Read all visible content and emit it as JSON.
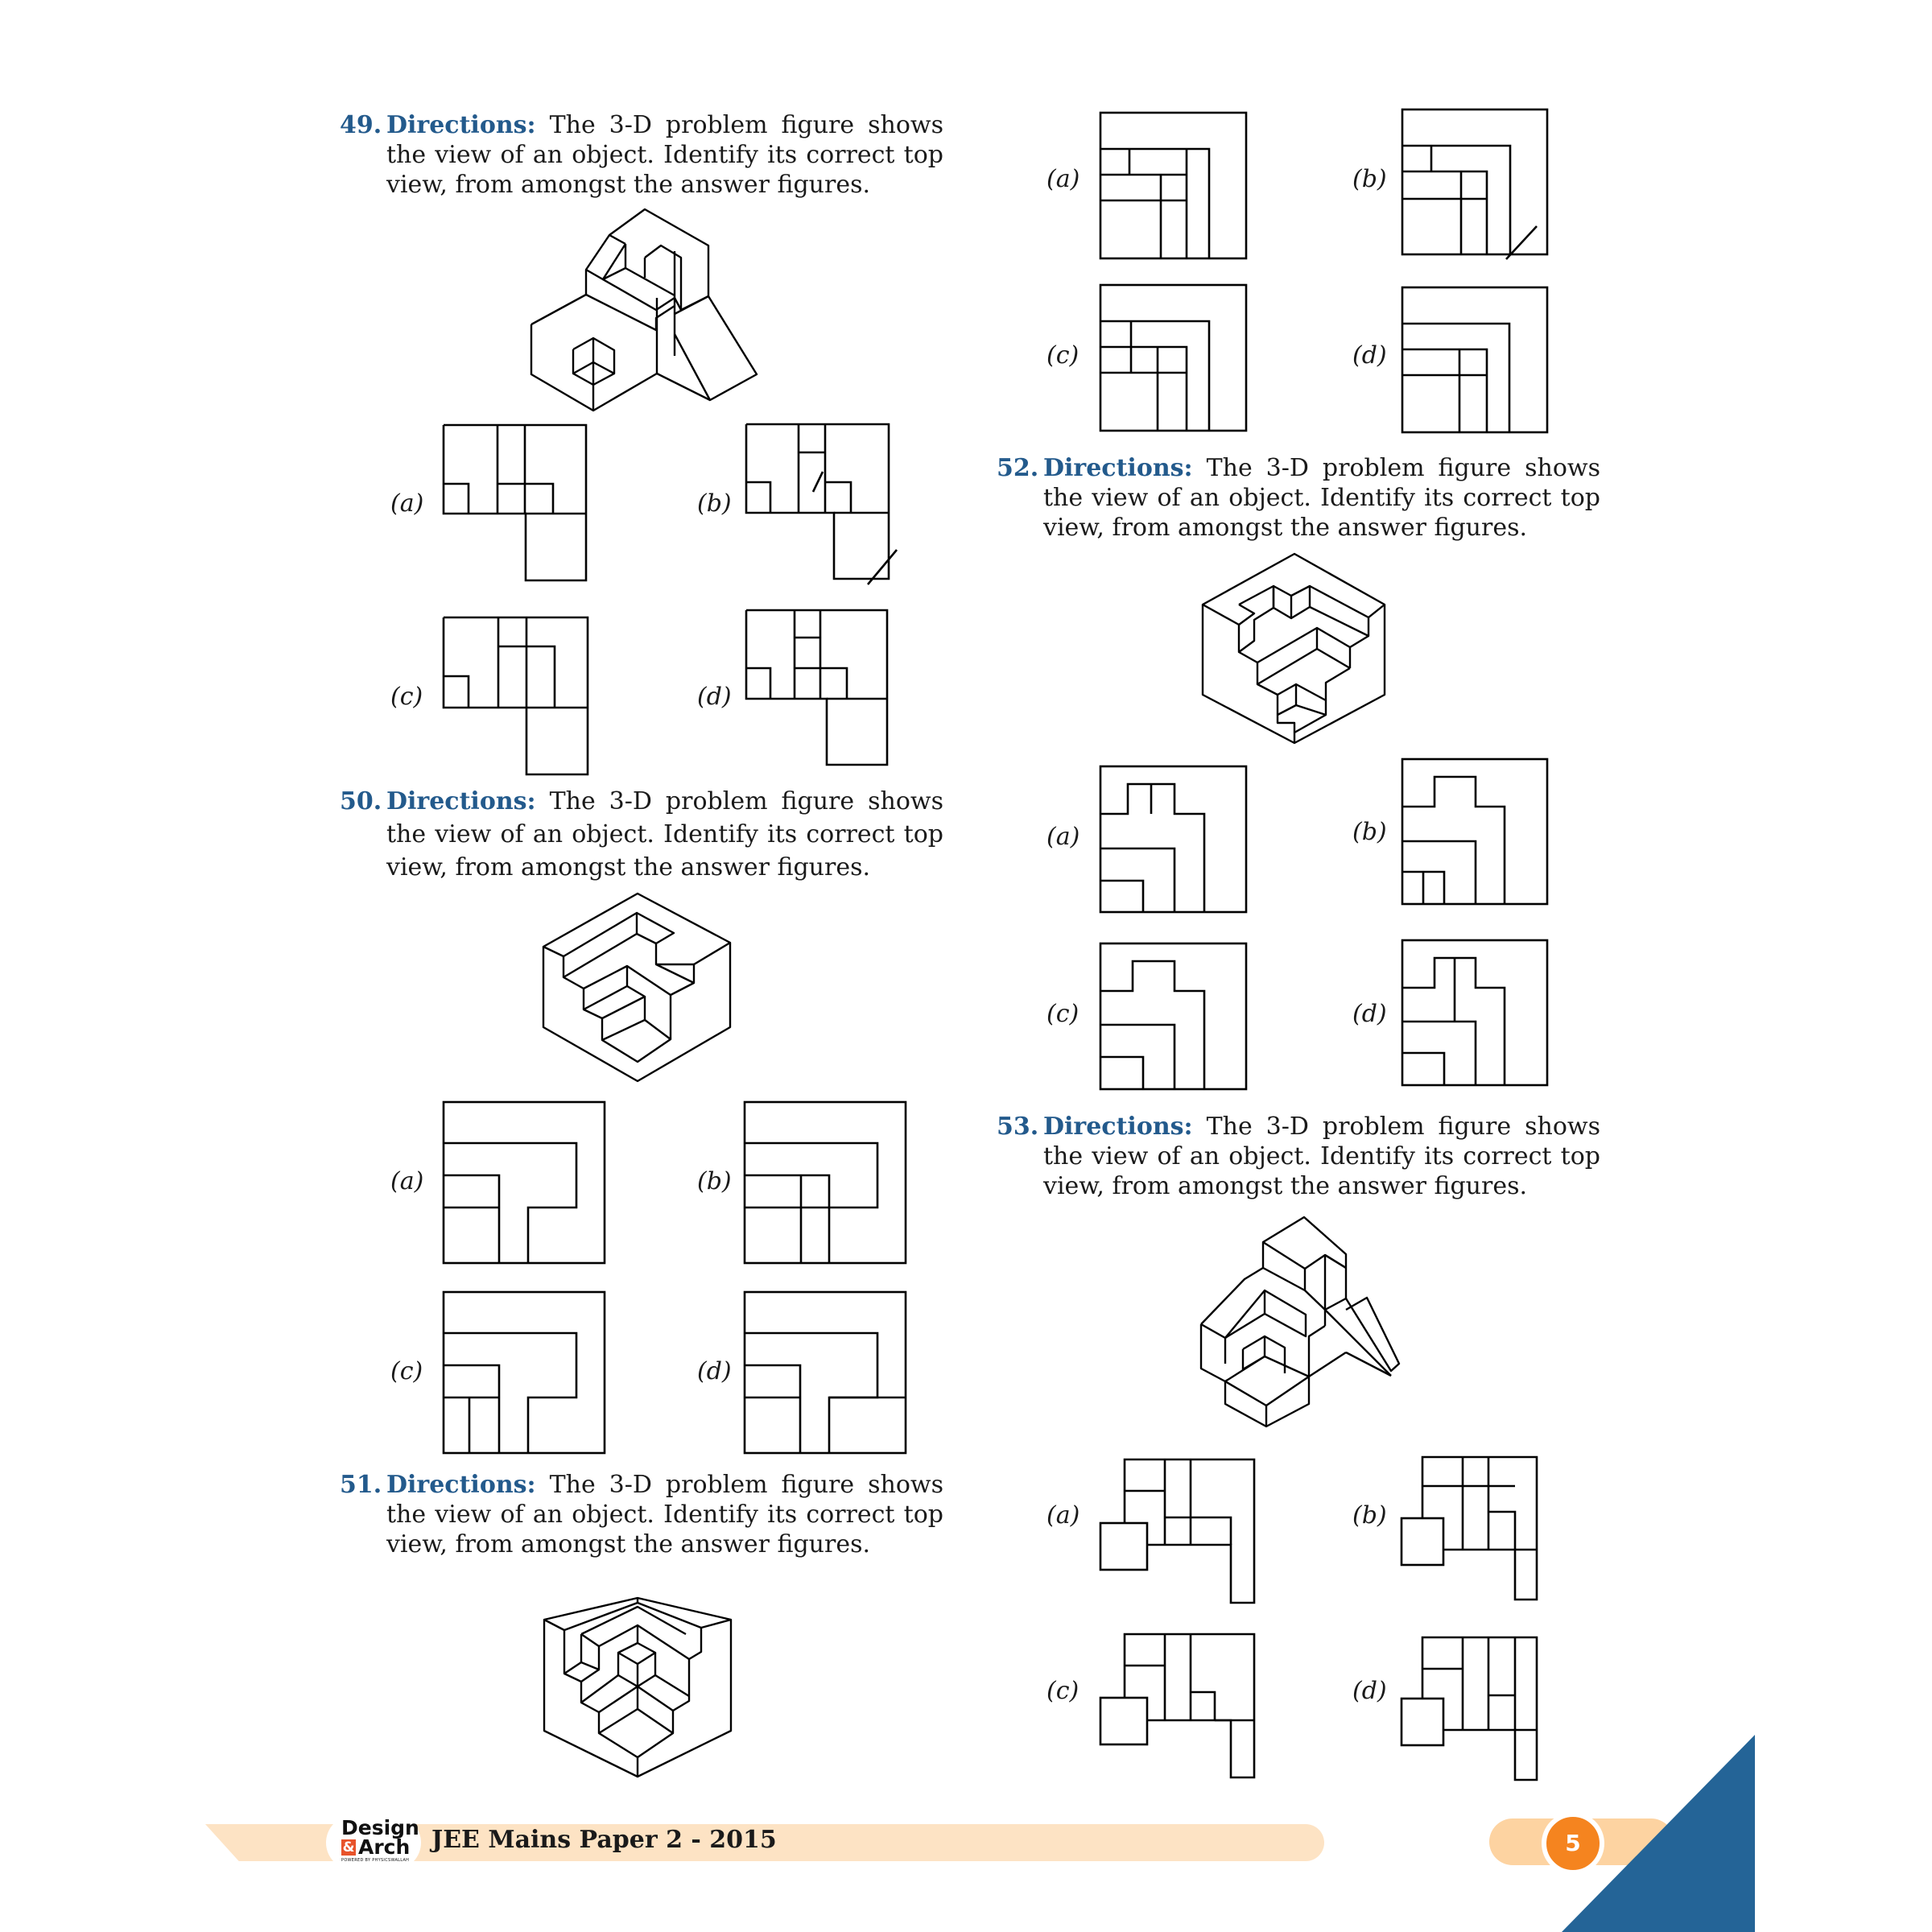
{
  "common_directions": {
    "label": "Directions:",
    "text": "The 3-D problem figure shows the view of an object. Identify its correct top view, from amongst the answer figures."
  },
  "questions": [
    {
      "number": "49.",
      "label": "Directions:",
      "text": "The 3-D problem figure shows the view of an object. Identify its correct top view, from amongst the answer figures.",
      "options": [
        "(a)",
        "(b)",
        "(c)",
        "(d)"
      ]
    },
    {
      "number": "50.",
      "label": "Directions:",
      "text": "The 3-D problem figure shows the view of an object. Identify its correct top view, from amongst the answer figures.",
      "options": [
        "(a)",
        "(b)",
        "(c)",
        "(d)"
      ]
    },
    {
      "number": "51.",
      "label": "Directions:",
      "text": "The 3-D problem figure shows the view of an object. Identify its correct top view, from amongst the answer figures.",
      "options": [
        "(a)",
        "(b)",
        "(c)",
        "(d)"
      ]
    },
    {
      "number": "52.",
      "label": "Directions:",
      "text": "The 3-D problem figure shows the view of an object. Identify its correct top view, from amongst the answer figures.",
      "options": [
        "(a)",
        "(b)",
        "(c)",
        "(d)"
      ]
    },
    {
      "number": "53.",
      "label": "Directions:",
      "text": "The 3-D problem figure shows the view of an object. Identify its correct top view, from amongst the answer figures.",
      "options": [
        "(a)",
        "(b)",
        "(c)",
        "(d)"
      ]
    }
  ],
  "footer": {
    "logo_line1": "Design",
    "logo_amp": "&",
    "logo_line2": "Arch",
    "logo_sub": "POWERED BY PHYSICSWALLAH",
    "title": "JEE Mains Paper 2 - 2015",
    "page_number": "5"
  },
  "colors": {
    "accent_blue": "#235a8c",
    "footer_band": "#fde3c4",
    "page_circle": "#f5841f",
    "corner_triangle": "#246497",
    "logo_red": "#e8532b"
  }
}
